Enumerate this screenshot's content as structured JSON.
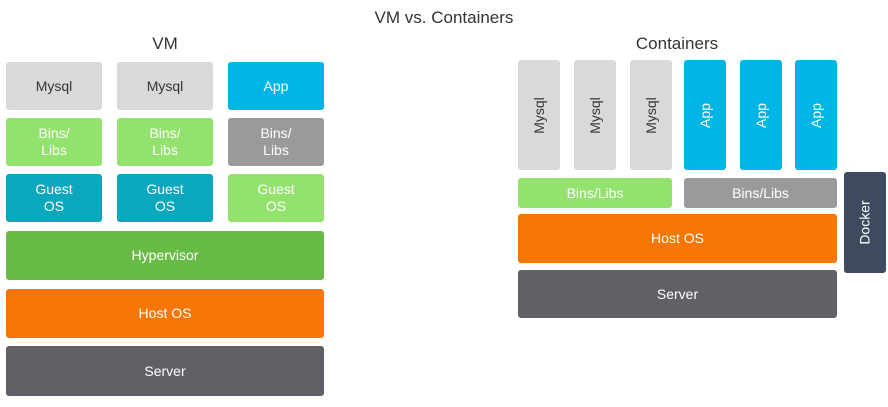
{
  "title": "VM vs. Containers",
  "vm": {
    "heading": "VM",
    "app_row": [
      "Mysql",
      "Mysql",
      "App"
    ],
    "libs_row": [
      "Bins/\nLibs",
      "Bins/\nLibs",
      "Bins/\nLibs"
    ],
    "guest_row": [
      "Guest\nOS",
      "Guest\nOS",
      "Guest\nOS"
    ],
    "hypervisor": "Hypervisor",
    "host_os": "Host OS",
    "server": "Server"
  },
  "containers": {
    "heading": "Containers",
    "apps": [
      "Mysql",
      "Mysql",
      "Mysql",
      "App",
      "App",
      "App"
    ],
    "libs": [
      "Bins/Libs",
      "Bins/Libs"
    ],
    "host_os": "Host OS",
    "server": "Server",
    "docker": "Docker"
  },
  "colors": {
    "light_gray": "#d9d9da",
    "cyan": "#00b4e6",
    "light_green": "#93e26d",
    "mid_gray": "#9a9a9c",
    "teal": "#0aa7bd",
    "green": "#68bb45",
    "orange": "#f77704",
    "dark_gray": "#5f6166",
    "slate": "#3e4b5f"
  }
}
